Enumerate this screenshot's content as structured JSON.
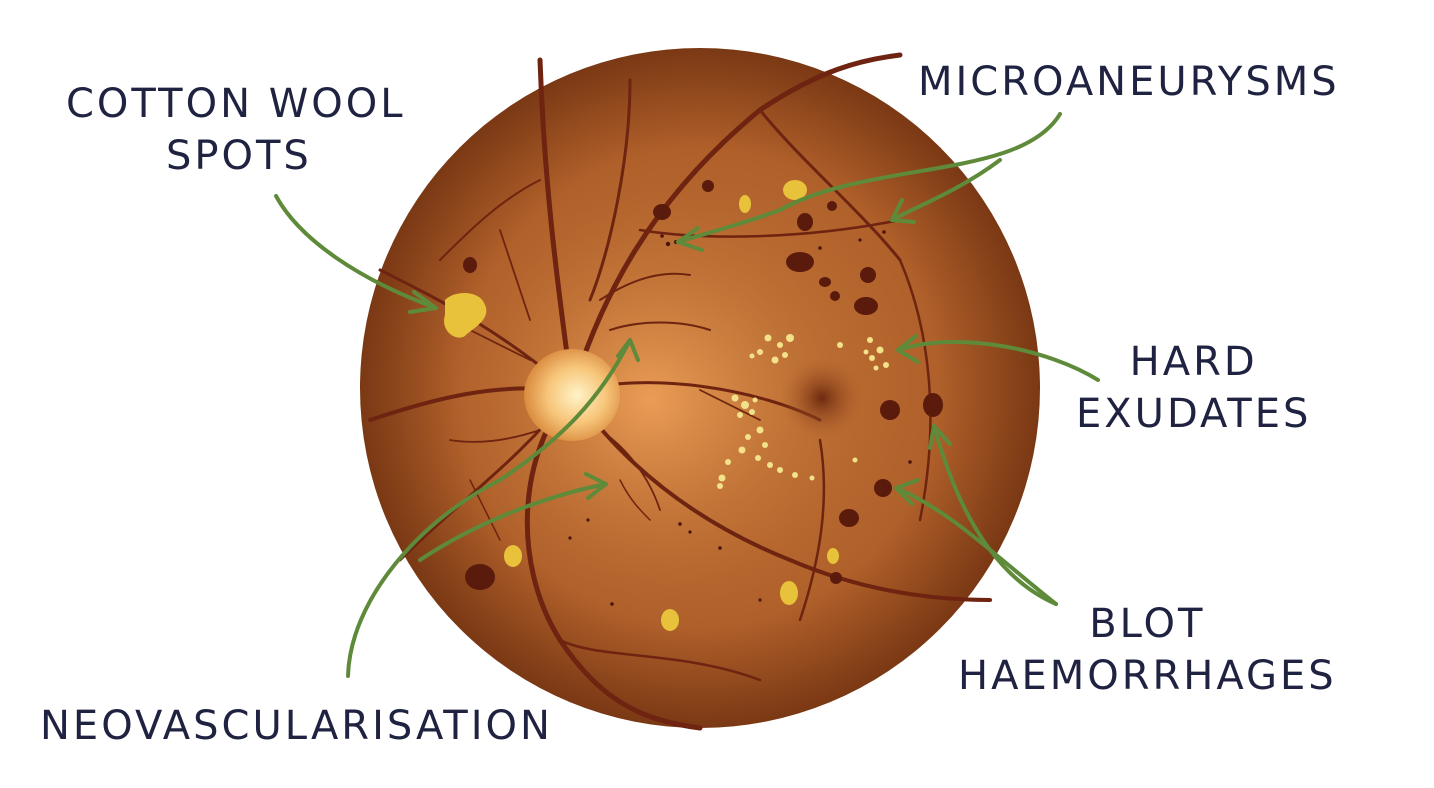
{
  "labels": {
    "cotton_wool_spots": [
      "COTTON WOOL",
      "SPOTS"
    ],
    "microaneurysms": "MICROANEURYSMS",
    "hard_exudates": [
      "HARD",
      "EXUDATES"
    ],
    "blot_haemorrhages": [
      "BLOT",
      "HAEMORRHAGES"
    ],
    "neovascularisation": "NEOVASCULARISATION"
  },
  "colors": {
    "retina": "#b0602a",
    "retina_edge": "#7a3814",
    "vessel": "#6e2410",
    "optic_disc": "#f7c67a",
    "macula": "#6e2a10",
    "exudate": "#f2e28a",
    "cotton_wool": "#e8c23a",
    "haemorrhage": "#5a1a0c",
    "arrow": "#5e8a3a",
    "text": "#1f2240"
  }
}
